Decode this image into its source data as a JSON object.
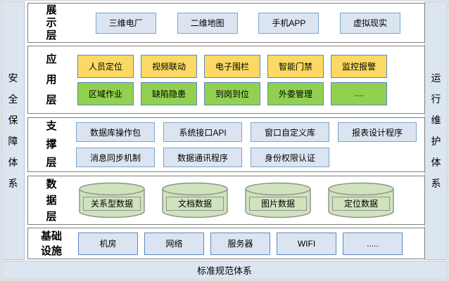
{
  "frame": {
    "left_bar": "安全保障体系",
    "right_bar": "运行维护体系",
    "bottom_bar": "标准规范体系"
  },
  "layers": [
    {
      "label": "展示层",
      "rows": [
        [
          "三维电厂",
          "二维地图",
          "手机APP",
          "虚拟现实"
        ]
      ]
    },
    {
      "label": "应用层",
      "rows": [
        [
          "人员定位",
          "视频联动",
          "电子围栏",
          "智能门禁",
          "监控报警"
        ],
        [
          "区域作业",
          "缺陷隐患",
          "到岗到位",
          "外委管理",
          "...."
        ]
      ]
    },
    {
      "label": "支撑层",
      "rows": [
        [
          "数据库操作包",
          "系统接口API",
          "窗口自定义库",
          "报表设计程序"
        ],
        [
          "消息同步机制",
          "数据通讯程序",
          "身份权限认证"
        ]
      ]
    },
    {
      "label": "数据层",
      "cylinders": [
        "关系型数据",
        "文档数据",
        "图片数据",
        "定位数据"
      ]
    },
    {
      "label": "基础设施",
      "rows": [
        [
          "机房",
          "网络",
          "服务器",
          "WIFI",
          "....."
        ]
      ]
    }
  ],
  "colors": {
    "bar_fill": "#dce6f1",
    "panel_border": "#7f7f7f",
    "box_blue_fill": "#dbe5f1",
    "box_blue_border": "#7da4cd",
    "box_yellow_fill": "#fcd964",
    "box_green_fill": "#92d050",
    "box_accent_border": "#5b87c5",
    "cylinder_fill": "#cfe3bd",
    "cylinder_border": "#8f8f8f"
  }
}
